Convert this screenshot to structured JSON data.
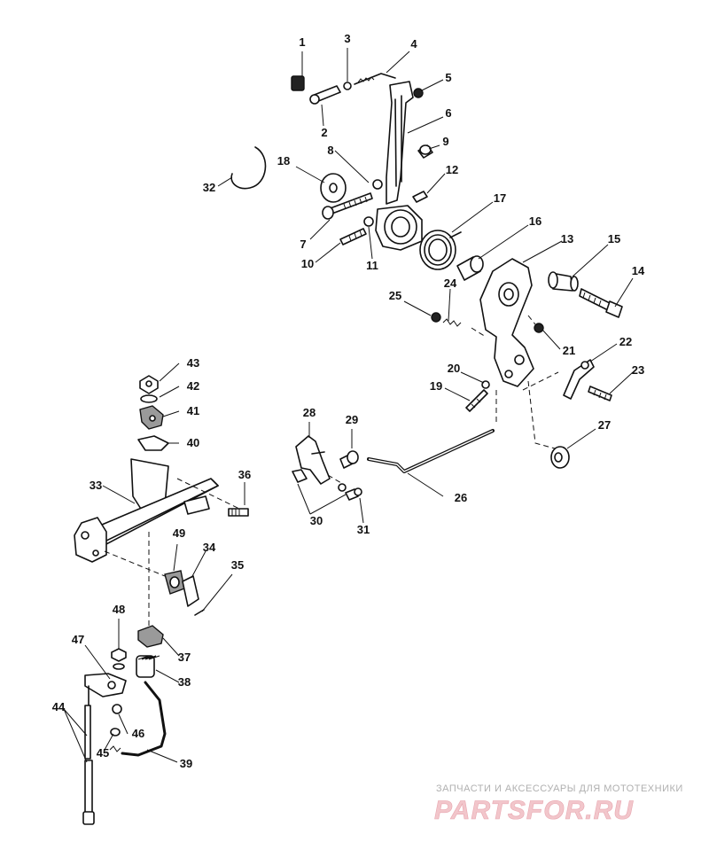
{
  "diagram": {
    "callouts": [
      "1",
      "2",
      "3",
      "4",
      "5",
      "6",
      "7",
      "8",
      "9",
      "10",
      "11",
      "12",
      "13",
      "14",
      "15",
      "16",
      "17",
      "18",
      "19",
      "20",
      "21",
      "22",
      "23",
      "24",
      "25",
      "26",
      "27",
      "28",
      "29",
      "30",
      "31",
      "32",
      "33",
      "34",
      "35",
      "36",
      "37",
      "38",
      "39",
      "40",
      "41",
      "42",
      "43",
      "44",
      "45",
      "46",
      "47",
      "48",
      "49"
    ]
  },
  "watermark": {
    "tagline": "ЗАПЧАСТИ И АКСЕССУАРЫ ДЛЯ МОТОТЕХНИКИ",
    "logo": "PARTSFOR.RU"
  }
}
